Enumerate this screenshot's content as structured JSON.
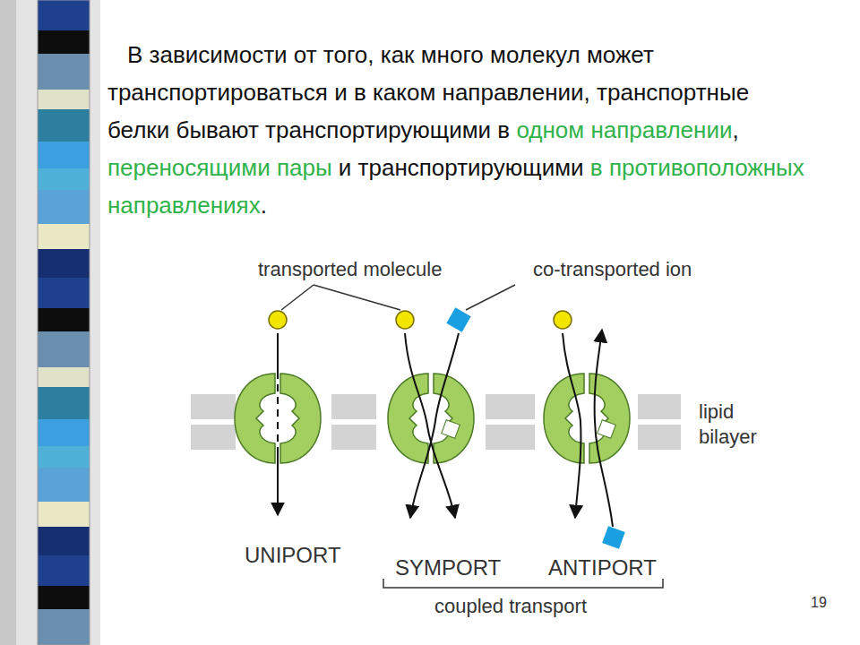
{
  "diagram": {
    "labels": [
      "В зависимости от того, как много молекул может транспортироваться и в каком направлении, транспортные белки бывают транспортирующими в",
      "одном направлении",
      ",",
      "переносящими пары",
      "и транспортирующими",
      "в противоположных направлениях",
      ".",
      "transported molecule",
      "co-transported ion",
      "lipid bilayer",
      "UNIPORT",
      "SYMPORT",
      "ANTIPORT",
      "coupled transport",
      "19"
    ]
  }
}
